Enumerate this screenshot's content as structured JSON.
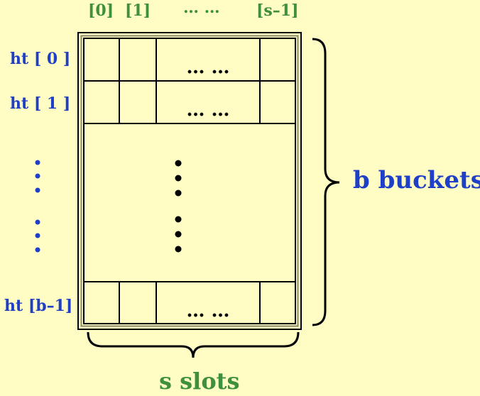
{
  "column_labels": [
    "[0]",
    "[1]",
    "… …",
    "[s–1]"
  ],
  "row_labels": [
    "ht [ 0 ]",
    "ht [ 1 ]",
    "ht [b–1]"
  ],
  "cell_ellipsis": "… …",
  "buckets_label": "b buckets",
  "slots_label": "s slots",
  "colors": {
    "background": "#FFFCC4",
    "row_label": "#1F3FC6",
    "column_label": "#3E8F3E",
    "buckets_label": "#1F3FC6",
    "slots_label": "#3E8F3E",
    "grid": "#000000"
  }
}
